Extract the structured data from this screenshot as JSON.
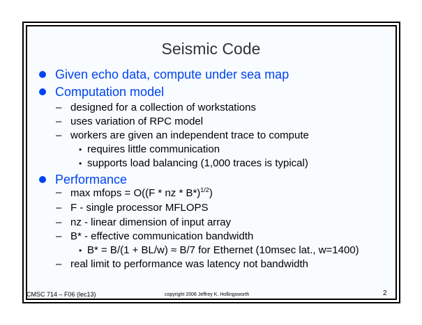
{
  "title": "Seismic Code",
  "b1": "Given echo data, compute under sea map",
  "b2": "Computation model",
  "b2_items": [
    "designed for a collection of workstations",
    "uses variation of RPC model",
    "workers are given an independent trace to compute"
  ],
  "b2_sub": [
    "requires little communication",
    "supports load balancing (1,000 traces is typical)"
  ],
  "b3": "Performance",
  "b3_items": {
    "mfops": "max mfops = O((F * nz * B*)",
    "mfops_exp": "1/2",
    "mfops_end": ")",
    "f": "F - single processor MFLOPS",
    "nz": "nz - linear dimension of input array",
    "b": "B* - effective communication bandwidth",
    "real": "real limit to performance was latency not bandwidth"
  },
  "b3_sub": "B* = B/(1 + BL/w) ≈ B/7 for Ethernet (10msec lat., w=1400)",
  "dash": "–",
  "bullet": "•",
  "footer": {
    "left": "CMSC 714 – F06 (lec13)",
    "center": "copyright 2006 Jeffrey K. Hollingsworth",
    "page": "2"
  }
}
